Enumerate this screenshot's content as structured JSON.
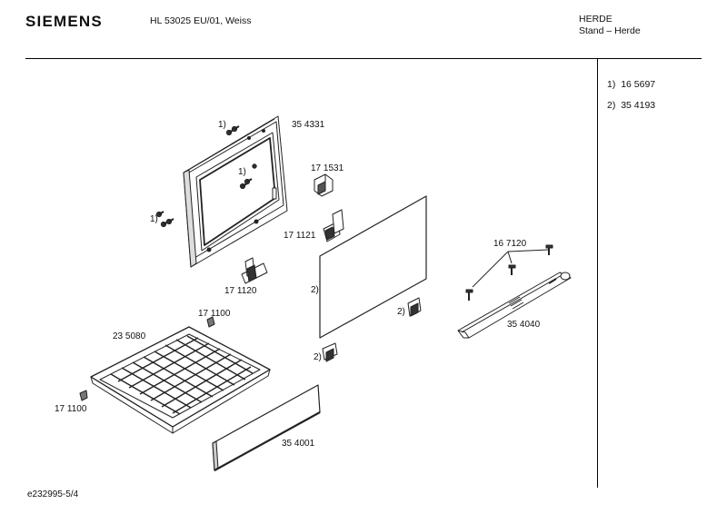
{
  "header": {
    "brand": "SIEMENS",
    "model": "HL 53025 EU/01, Weiss",
    "category": "HERDE",
    "subcategory": "Stand – Herde"
  },
  "legend": [
    {
      "key": "1)",
      "value": "16 5697"
    },
    {
      "key": "2)",
      "value": "35 4193"
    }
  ],
  "parts": {
    "door_frame": "35 4331",
    "hinge_top": "17 1531",
    "hinge_mid": "17 1121",
    "hinge_bottom": "17 1120",
    "tray_clip": "17 1100",
    "tray": "23 5080",
    "tray_clip_left": "17 1100",
    "screw": "16 7120",
    "handle": "35 4040",
    "drawer_front": "35 4001",
    "glass_ref": "2)",
    "clip_ref_right": "2)",
    "clip_ref_bottom": "2)",
    "screw_ref_top": "1)",
    "screw_ref_mid": "1)",
    "screw_ref_left": "1)"
  },
  "footer": {
    "code": "e232995-5/4"
  }
}
